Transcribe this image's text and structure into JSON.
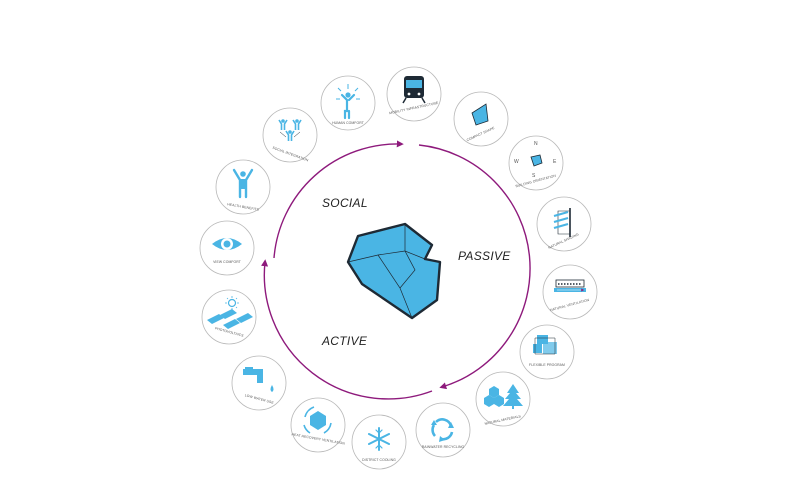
{
  "diagram": {
    "center_labels": {
      "social": "SOCIAL",
      "passive": "PASSIVE",
      "active": "ACTIVE"
    },
    "nodes": [
      {
        "id": "human-comfort",
        "label": "HUMAN COMFORT",
        "icon": "human-comfort-icon"
      },
      {
        "id": "mobility",
        "label": "MOBILITY INFRASTRUCTURE",
        "icon": "train-icon"
      },
      {
        "id": "compact-shape",
        "label": "COMPACT SHAPE",
        "icon": "compact-shape-icon"
      },
      {
        "id": "building-orientation",
        "label": "BUILDING ORIENTATION",
        "icon": "compass-icon",
        "compass": [
          "N",
          "W",
          "E",
          "S"
        ]
      },
      {
        "id": "natural-shading",
        "label": "NATURAL SHADING",
        "icon": "shading-icon"
      },
      {
        "id": "natural-ventilation",
        "label": "NATURAL VENTILATION",
        "icon": "ventilation-icon"
      },
      {
        "id": "flexible-program",
        "label": "FLEXIBLE PROGRAM",
        "icon": "flexible-program-icon"
      },
      {
        "id": "natural-materials",
        "label": "NATURAL MATERIALS",
        "icon": "materials-tree-icon"
      },
      {
        "id": "rainwater-recycling",
        "label": "RAINWATER RECYCLING",
        "icon": "recycling-arrows-icon"
      },
      {
        "id": "district-cooling",
        "label": "DISTRICT COOLING",
        "icon": "snowflake-icon"
      },
      {
        "id": "heat-recovery",
        "label": "HEAT RECOVERY VENTILATION",
        "icon": "heat-recovery-icon"
      },
      {
        "id": "low-water-use",
        "label": "LOW WATER USE",
        "icon": "water-tap-icon"
      },
      {
        "id": "photovoltaics",
        "label": "PHOTOVOLTAICS",
        "icon": "solar-panel-icon"
      },
      {
        "id": "view-comfort",
        "label": "VIEW COMFORT",
        "icon": "eye-icon"
      },
      {
        "id": "health-benefits",
        "label": "HEALTH BENEFITS",
        "icon": "person-icon"
      },
      {
        "id": "social-integration",
        "label": "SOCIAL INTEGRATION",
        "icon": "people-group-icon"
      }
    ],
    "colors": {
      "accent_blue": "#4ab5e4",
      "cycle_purple": "#8e1a7c",
      "outline_dark": "#1e2a35",
      "ring_grey": "#b8b8b8"
    }
  }
}
